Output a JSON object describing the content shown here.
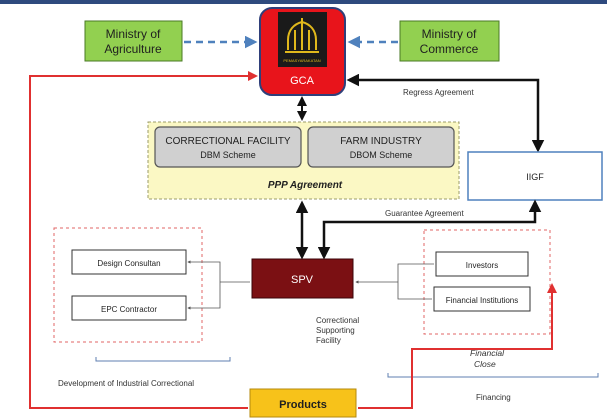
{
  "nodes": {
    "ministry_agriculture": {
      "line1": "Ministry of",
      "line2": "Agriculture"
    },
    "ministry_commerce": {
      "line1": "Ministry of",
      "line2": "Commerce"
    },
    "gca": {
      "label": "GCA",
      "emblem_text": "PEMASYARAKATAN"
    },
    "correctional_facility": {
      "line1": "CORRECTIONAL FACILITY",
      "line2": "DBM Scheme"
    },
    "farm_industry": {
      "line1": "FARM INDUSTRY",
      "line2": "DBOM Scheme"
    },
    "ppp_agreement": {
      "label": "PPP Agreement"
    },
    "iigf": {
      "label": "IIGF"
    },
    "spv": {
      "label": "SPV"
    },
    "design_consultant": {
      "label": "Design Consultan"
    },
    "epc_contractor": {
      "label": "EPC Contractor"
    },
    "investors": {
      "label": "Investors"
    },
    "financial_institutions": {
      "label": "Financial Institutions"
    },
    "products": {
      "label": "Products"
    }
  },
  "edge_labels": {
    "regress_agreement": "Regress Agreement",
    "guarantee_agreement": "Guarantee Agreement",
    "correctional_supporting": {
      "line1": "Correctional",
      "line2": "Supporting",
      "line3": "Facility"
    },
    "financial_close": {
      "line1": "Financial",
      "line2": "Close"
    },
    "development": "Development of Industrial Correctional",
    "financing": "Financing"
  },
  "colors": {
    "ministry_fill": "#92d050",
    "gca_fill": "#e8141b",
    "spv_fill": "#7b1013",
    "products_fill": "#f7c21a",
    "ppp_fill": "#fbf8c4",
    "scheme_fill": "#d0d0d0",
    "dashed_arrow": "#4f81bd",
    "red_line": "#e03030",
    "top_bar": "#2e4a7e"
  }
}
